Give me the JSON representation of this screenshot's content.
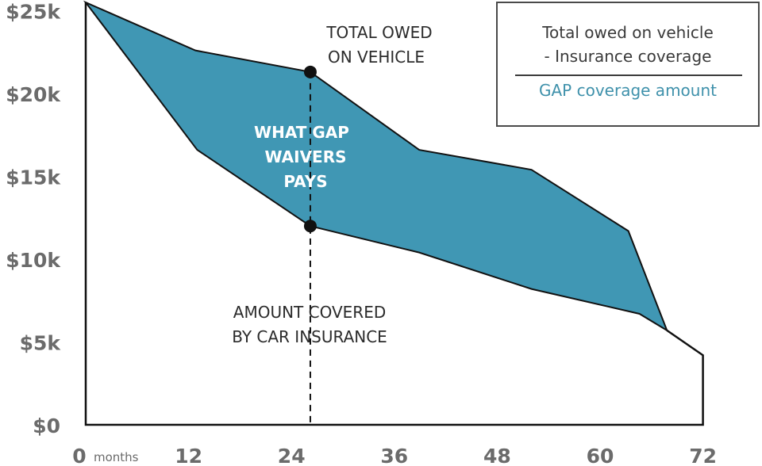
{
  "chart_data": {
    "type": "area",
    "title": "",
    "xlabel": "months",
    "ylabel": "",
    "xlim": [
      0,
      72
    ],
    "ylim": [
      0,
      25
    ],
    "x_ticks": [
      0,
      12,
      24,
      36,
      48,
      60,
      72
    ],
    "x_tick_labels": [
      "0",
      "12",
      "24",
      "36",
      "48",
      "60",
      "72"
    ],
    "y_ticks": [
      0,
      5,
      10,
      15,
      20,
      25
    ],
    "y_tick_labels": [
      "$0",
      "$5k",
      "$10k",
      "$15k",
      "$20k",
      "$25k"
    ],
    "series": [
      {
        "name": "Total owed on vehicle",
        "points": [
          [
            0,
            25.5
          ],
          [
            12.8,
            22.6
          ],
          [
            26.2,
            21.3
          ],
          [
            38.9,
            16.6
          ],
          [
            52,
            15.4
          ],
          [
            63.3,
            11.7
          ],
          [
            67.8,
            5.7
          ],
          [
            72,
            4.2
          ]
        ]
      },
      {
        "name": "Amount covered by car insurance",
        "points": [
          [
            0,
            25.5
          ],
          [
            13,
            16.6
          ],
          [
            26.2,
            12.0
          ],
          [
            38.9,
            10.4
          ],
          [
            52,
            8.2
          ],
          [
            64.6,
            6.7
          ],
          [
            67.8,
            5.7
          ]
        ]
      }
    ],
    "marker_month": 26.2,
    "fill_color": "#4097b4",
    "annotations": {
      "total_owed": [
        "TOTAL OWED",
        "ON VEHICLE"
      ],
      "gap": [
        "WHAT GAP",
        "WAIVERS",
        "PAYS"
      ],
      "insurance": [
        "AMOUNT COVERED",
        "BY CAR INSURANCE"
      ]
    },
    "legend": {
      "line1": "Total owed on vehicle",
      "line2": "- Insurance coverage",
      "result": "GAP coverage amount",
      "placement": "top-right"
    }
  }
}
